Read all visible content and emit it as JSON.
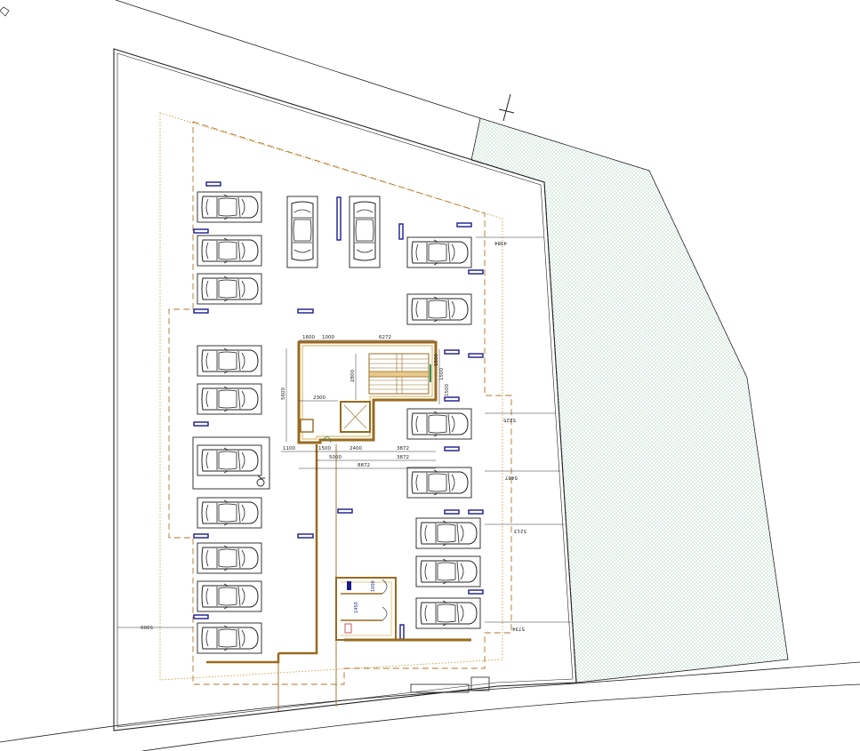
{
  "colors": {
    "wall": "#9a6a1e",
    "wall_fill": "#e8c98a",
    "boundary": "#222222",
    "dashed": "#b0732a",
    "dotted": "#c8a040",
    "green_area": "#2f8f5a",
    "marker": "#1a1a8c"
  },
  "icons": {
    "north": "north-arrow-icon",
    "accessible": "wheelchair-icon",
    "car": "car-icon"
  },
  "dimensions": {
    "top_1600": "1600",
    "top_1000": "1000",
    "top_6272": "6272",
    "left_5600": "5600",
    "inner_2800": "2800",
    "inner_2300": "2300",
    "right_1500": "1500",
    "right_1500b": "1500",
    "right_1500c": "1500",
    "bottom_1100": "1100",
    "bottom_1500": "1500",
    "bottom_2400": "2400",
    "bottom_3872a": "3872",
    "bottom_5000": "5000",
    "bottom_3872b": "3872",
    "bottom_8872": "8872",
    "side_4384": "4384",
    "side_5225": "5225",
    "side_5487": "5487",
    "side_5213": "5213",
    "side_5734": "5734",
    "left_5000": "5000",
    "room_1000": "1000",
    "room_1450": "1450"
  }
}
